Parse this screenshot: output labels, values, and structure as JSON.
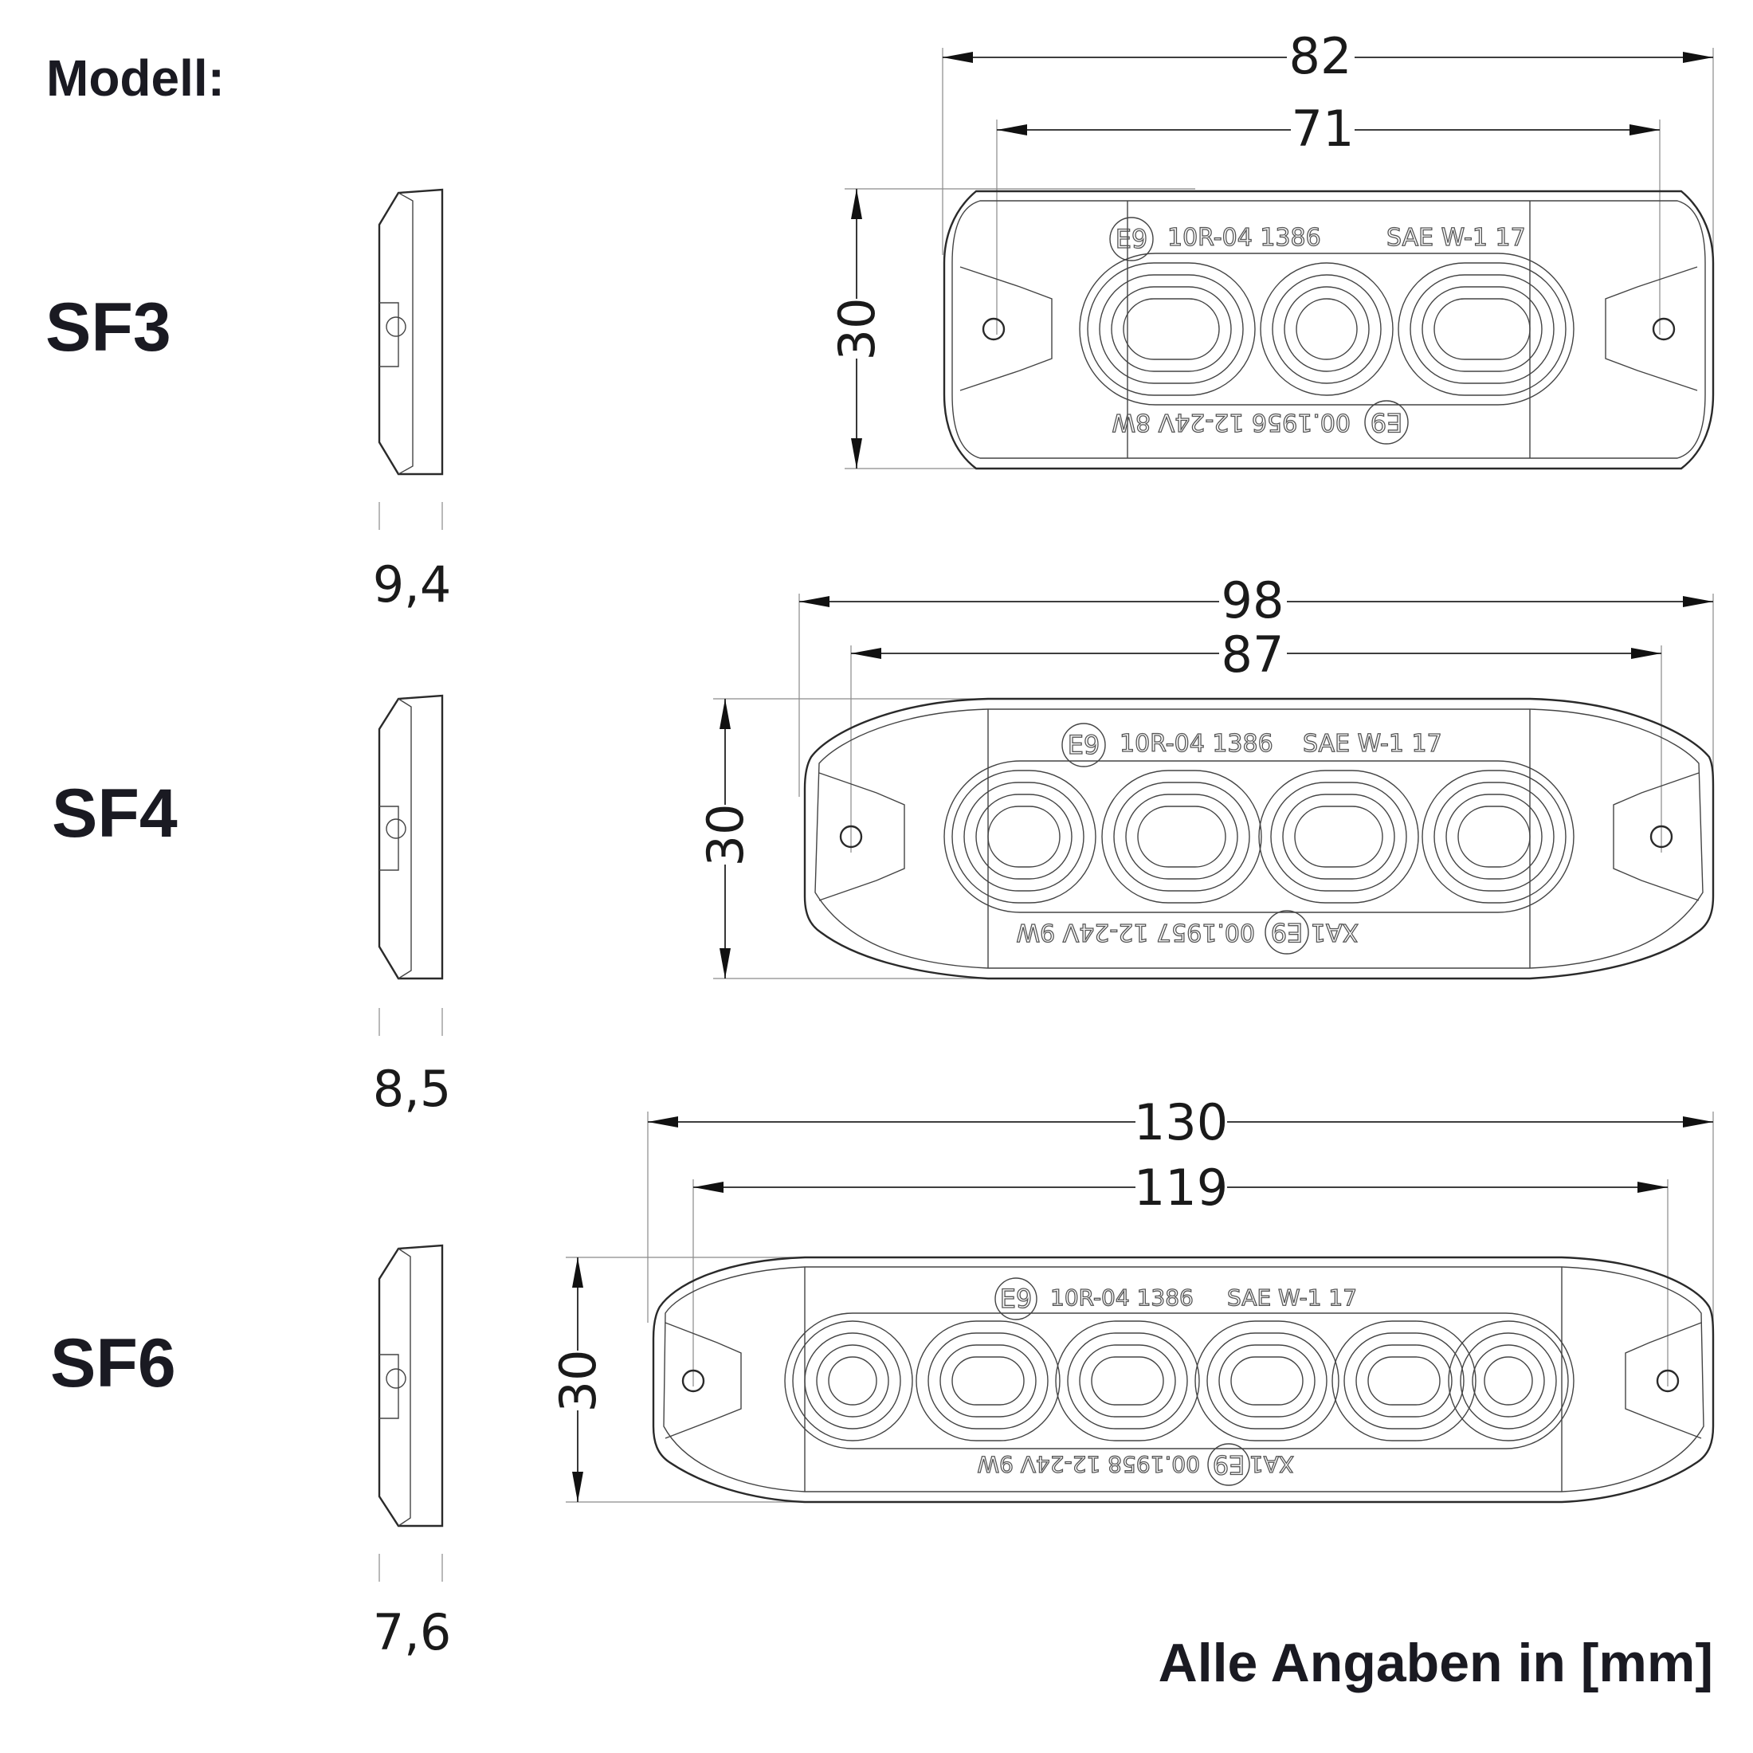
{
  "header_label": "Modell:",
  "footer_note": "Alle Angaben in [mm]",
  "models": [
    {
      "name": "SF3",
      "depth": "9,4",
      "width_outer": "82",
      "width_holes": "71",
      "height": "30",
      "led_count": 3,
      "marking_top": [
        "E9",
        "10R-04 1386",
        "SAE W-1 17"
      ],
      "marking_bottom": [
        "E9",
        "00.1956 12-24V 8W"
      ]
    },
    {
      "name": "SF4",
      "depth": "8,5",
      "width_outer": "98",
      "width_holes": "87",
      "height": "30",
      "led_count": 4,
      "marking_top": [
        "E9",
        "10R-04 1386",
        "SAE W-1 17"
      ],
      "marking_bottom": [
        "XA1",
        "E9",
        "00.1957 12-24V 9W"
      ]
    },
    {
      "name": "SF6",
      "depth": "7,6",
      "width_outer": "130",
      "width_holes": "119",
      "height": "30",
      "led_count": 6,
      "marking_top": [
        "E9",
        "10R-04 1386",
        "SAE W-1 17"
      ],
      "marking_bottom": [
        "XA1",
        "E9",
        "00.1958 12-24V 9W"
      ]
    }
  ]
}
